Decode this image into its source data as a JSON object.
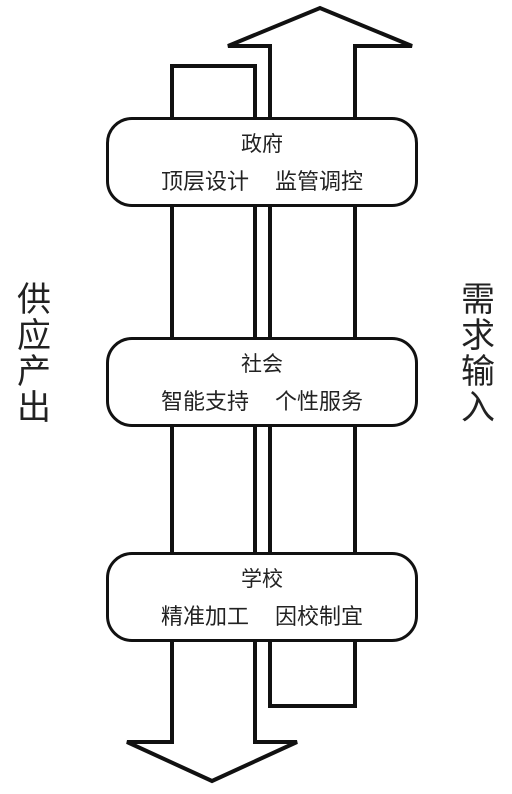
{
  "left_label": "供应产出",
  "right_label": "需求输入",
  "boxes": [
    {
      "title": "政府",
      "items": [
        "顶层设计",
        "监管调控"
      ]
    },
    {
      "title": "社会",
      "items": [
        "智能支持",
        "个性服务"
      ]
    },
    {
      "title": "学校",
      "items": [
        "精准加工",
        "因校制宜"
      ]
    }
  ]
}
